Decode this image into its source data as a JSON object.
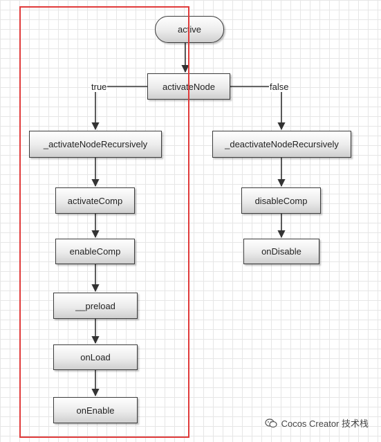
{
  "diagram": {
    "start": "active",
    "decision": "activateNode",
    "true_label": "true",
    "false_label": "false",
    "true_branch": [
      "_activateNodeRecursively",
      "activateComp",
      "enableComp",
      "__preload",
      "onLoad",
      "onEnable"
    ],
    "false_branch": [
      "_deactivateNodeRecursively",
      "disableComp",
      "onDisable"
    ]
  },
  "watermark": {
    "text": "Cocos Creator 技术栈"
  },
  "colors": {
    "highlight": "#e03a3a",
    "arrow": "#333333"
  }
}
